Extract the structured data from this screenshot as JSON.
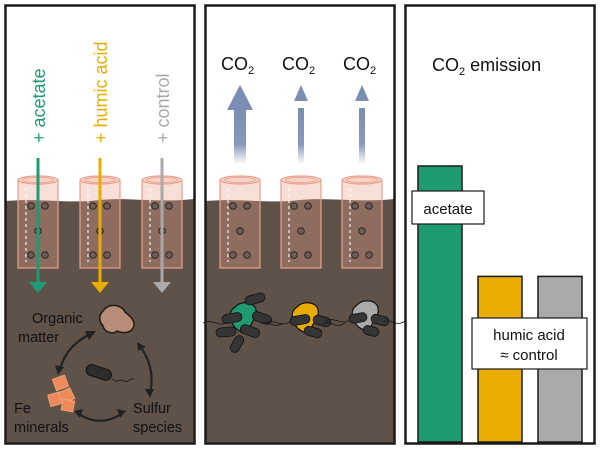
{
  "colors": {
    "acetate": "#1f9b74",
    "humic_acid": "#e8ad00",
    "control": "#a9a9a9",
    "soil": "#5e5249",
    "tube": "#e8a08c",
    "co2_arrow": "#7c8db3",
    "organic_matter": "#b98c78",
    "fe_minerals": "#ee8a5a",
    "frame": "#1a1a1a"
  },
  "panel_left": {
    "treatments": [
      {
        "key": "acetate",
        "label": "+ acetate"
      },
      {
        "key": "humic_acid",
        "label": "+ humic acid"
      },
      {
        "key": "control",
        "label": "+ control"
      }
    ],
    "cycle": {
      "organic_matter": [
        "Organic",
        "matter"
      ],
      "fe_minerals": [
        "Fe",
        "minerals"
      ],
      "sulfur_species": [
        "Sulfur",
        "species"
      ]
    }
  },
  "panel_middle": {
    "co2_labels": [
      {
        "main": "CO",
        "sub": "2",
        "relative_flux": "high"
      },
      {
        "main": "CO",
        "sub": "2",
        "relative_flux": "low"
      },
      {
        "main": "CO",
        "sub": "2",
        "relative_flux": "low"
      }
    ]
  },
  "panel_right": {
    "title_main": "CO",
    "title_sub": "2",
    "title_rest": " emission",
    "callout_acetate": "acetate",
    "callout_humic": [
      "humic acid",
      "≈ control"
    ]
  },
  "chart_data": {
    "type": "bar",
    "title": "CO2 emission",
    "xlabel": "",
    "ylabel": "",
    "categories": [
      "acetate",
      "humic acid",
      "control"
    ],
    "values": [
      1.0,
      0.6,
      0.6
    ],
    "value_units": "relative (no axis shown)",
    "annotations": [
      "acetate",
      "humic acid ≈ control"
    ],
    "ylim": [
      0,
      1.0
    ],
    "grid": false
  }
}
